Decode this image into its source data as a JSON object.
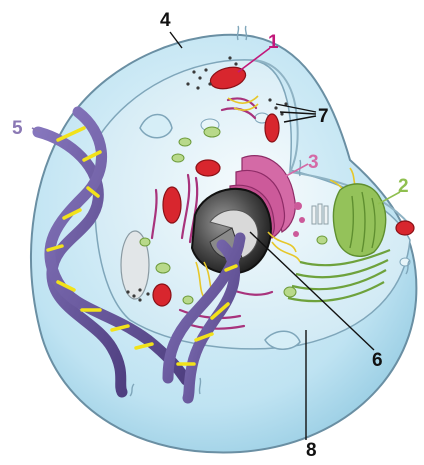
{
  "labels": {
    "l1": "1",
    "l2": "2",
    "l3": "3",
    "l4": "4",
    "l5": "5",
    "l6": "6",
    "l7": "7",
    "l8": "8"
  },
  "colors": {
    "label_1": "#c2187a",
    "label_2": "#8fbf4f",
    "label_3": "#d46aa6",
    "label_5": "#8a78b4",
    "label_dark": "#111111",
    "cell_fill": "#bfe3f2",
    "cell_outline": "#6a8fa3",
    "mitochondria": "#d8262e",
    "golgi": "#cc5a9a",
    "er": "#7fb04a",
    "dna_backbone": "#5f4f8f",
    "dna_base": "#f2e21a"
  }
}
